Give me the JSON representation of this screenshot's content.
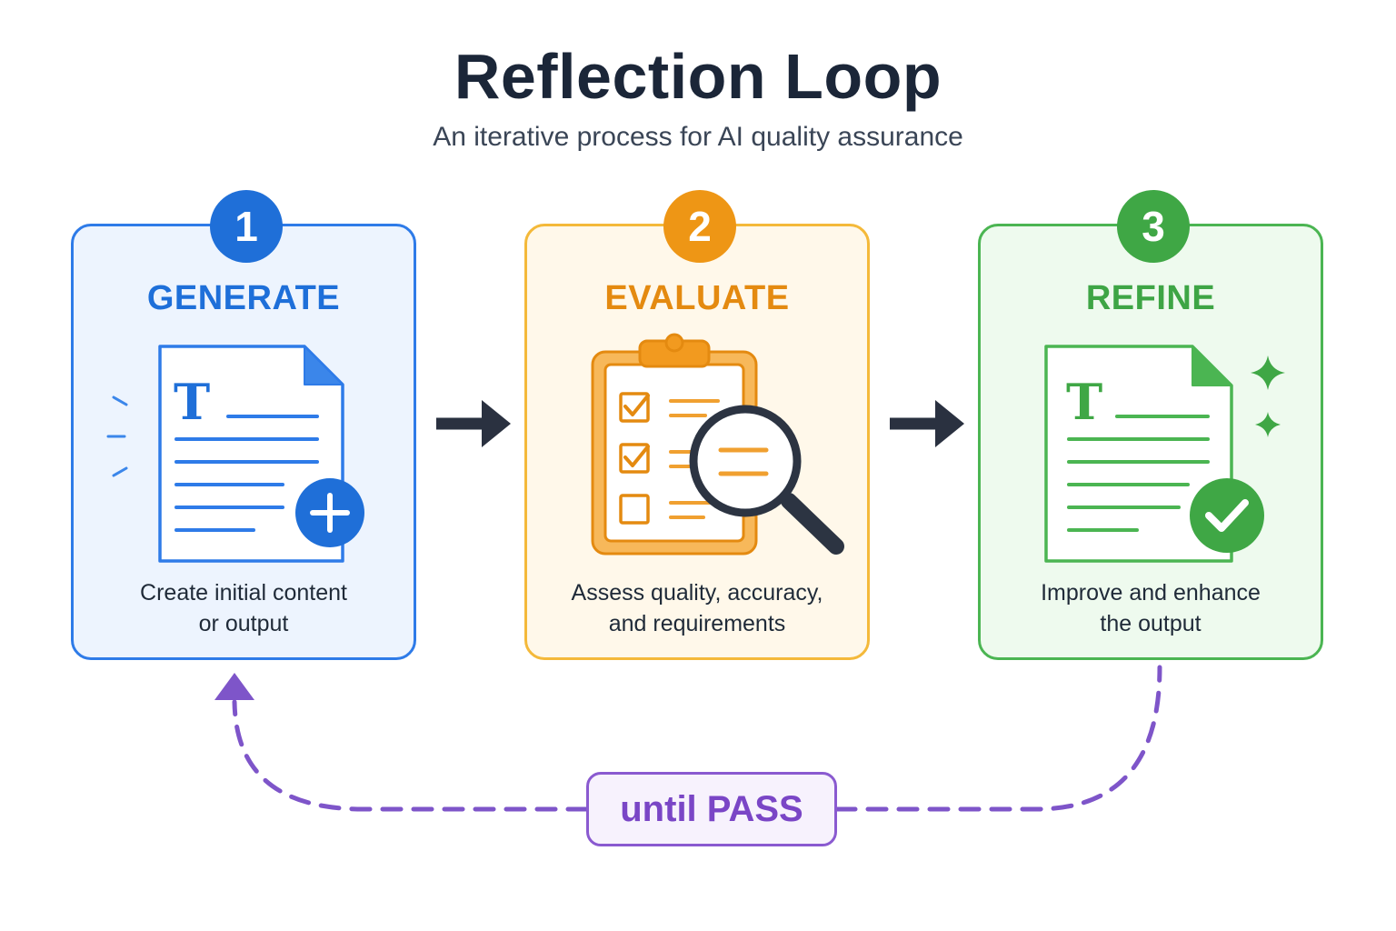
{
  "header": {
    "title": "Reflection Loop",
    "subtitle": "An iterative process for AI quality assurance"
  },
  "steps": [
    {
      "number": "1",
      "title": "GENERATE",
      "desc_line1": "Create initial content",
      "desc_line2": "or output",
      "color": "#1f6fd8",
      "icon": "document-plus-icon"
    },
    {
      "number": "2",
      "title": "EVALUATE",
      "desc_line1": "Assess quality, accuracy,",
      "desc_line2": "and requirements",
      "color": "#ee9615",
      "icon": "clipboard-magnifier-icon"
    },
    {
      "number": "3",
      "title": "REFINE",
      "desc_line1": "Improve and enhance",
      "desc_line2": "the output",
      "color": "#3fa745",
      "icon": "document-check-icon"
    }
  ],
  "loop": {
    "label": "until PASS",
    "color": "#7a46c6"
  },
  "doc_glyph": "T"
}
